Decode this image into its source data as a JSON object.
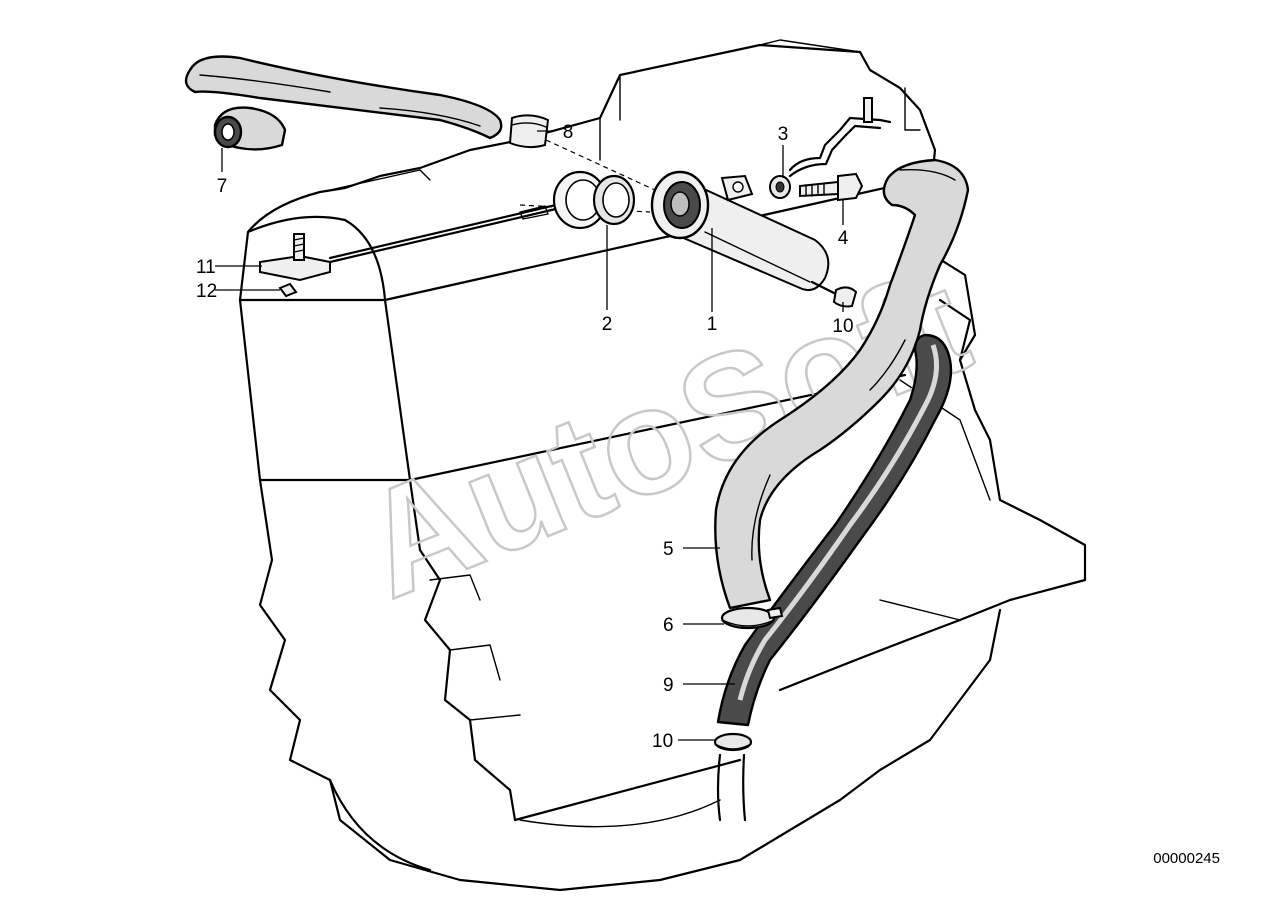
{
  "watermark": "AutoSoft",
  "reference_number": "00000245",
  "callouts": [
    {
      "id": "c1",
      "label": "1"
    },
    {
      "id": "c2",
      "label": "2"
    },
    {
      "id": "c3",
      "label": "3"
    },
    {
      "id": "c4",
      "label": "4"
    },
    {
      "id": "c5",
      "label": "5"
    },
    {
      "id": "c6",
      "label": "6"
    },
    {
      "id": "c7",
      "label": "7"
    },
    {
      "id": "c8",
      "label": "8"
    },
    {
      "id": "c9",
      "label": "9"
    },
    {
      "id": "c10a",
      "label": "10"
    },
    {
      "id": "c10b",
      "label": "10"
    },
    {
      "id": "c11",
      "label": "11"
    },
    {
      "id": "c12",
      "label": "12"
    }
  ]
}
